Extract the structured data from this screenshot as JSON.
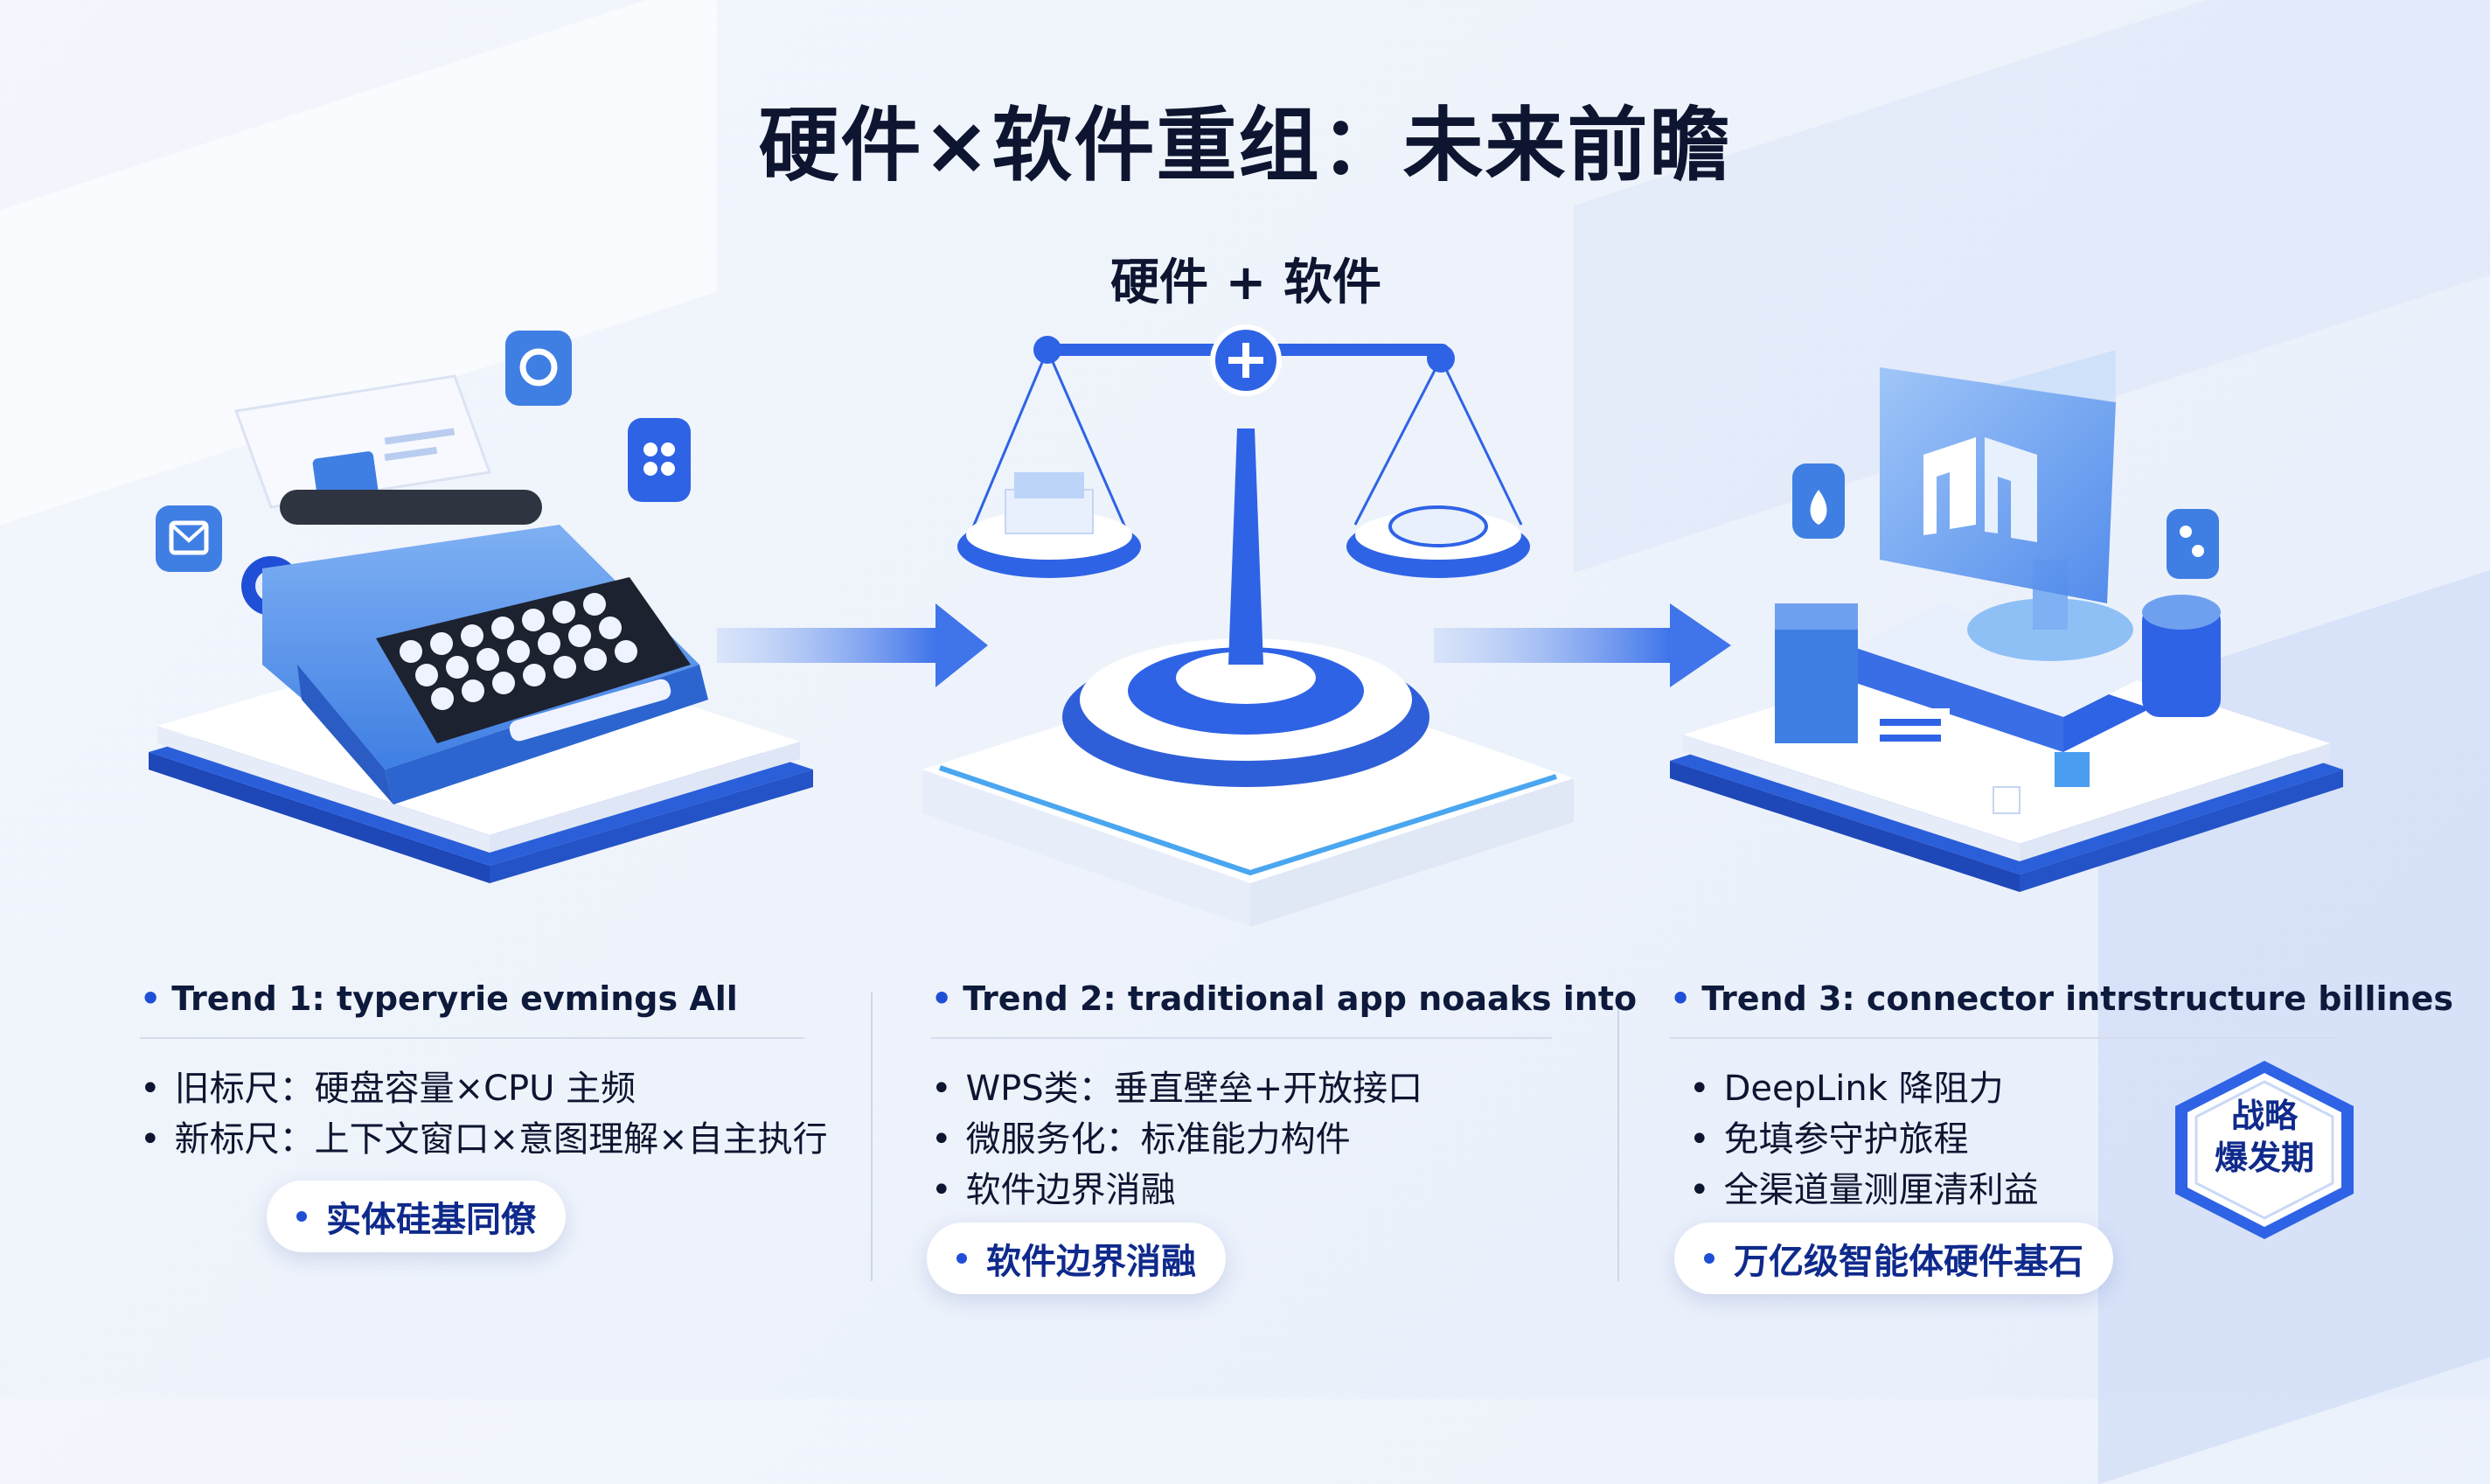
{
  "title": "硬件×软件重组：未来前瞻",
  "center_label": "硬件 + 软件",
  "columns": [
    {
      "heading": "Trend 1: typeryrie evmings All",
      "items": [
        "旧标尺：硬盘容量×CPU 主频",
        "新标尺：上下文窗口×意图理解×自主执行"
      ],
      "pill": "实体硅基同僚"
    },
    {
      "heading": "Trend 2: traditional app noaaks into",
      "items": [
        "WPS类：垂直壁垒+开放接口",
        "微服务化：标准能力构件",
        "软件边界消融"
      ],
      "pill": "软件边界消融"
    },
    {
      "heading": "Trend 3: connector intrstructure billines",
      "items": [
        "DeepLink 降阻力",
        "免填参守护旅程",
        "全渠道量测厘清利益"
      ],
      "pill": "万亿级智能体硬件基石"
    }
  ],
  "badge": {
    "line1": "战略",
    "line2": "爆发期"
  },
  "icons": [
    "typewriter-icon",
    "balance-scale-icon",
    "monitor-hardware-icon",
    "plus-icon",
    "arrow-right-icon",
    "mail-icon",
    "chat-bubble-icon",
    "link-icon"
  ],
  "colors": {
    "accent": "#2f63e6",
    "accent_light": "#6fa0f0",
    "text": "#0e1530",
    "bullet_text": "#0f2a8c"
  }
}
